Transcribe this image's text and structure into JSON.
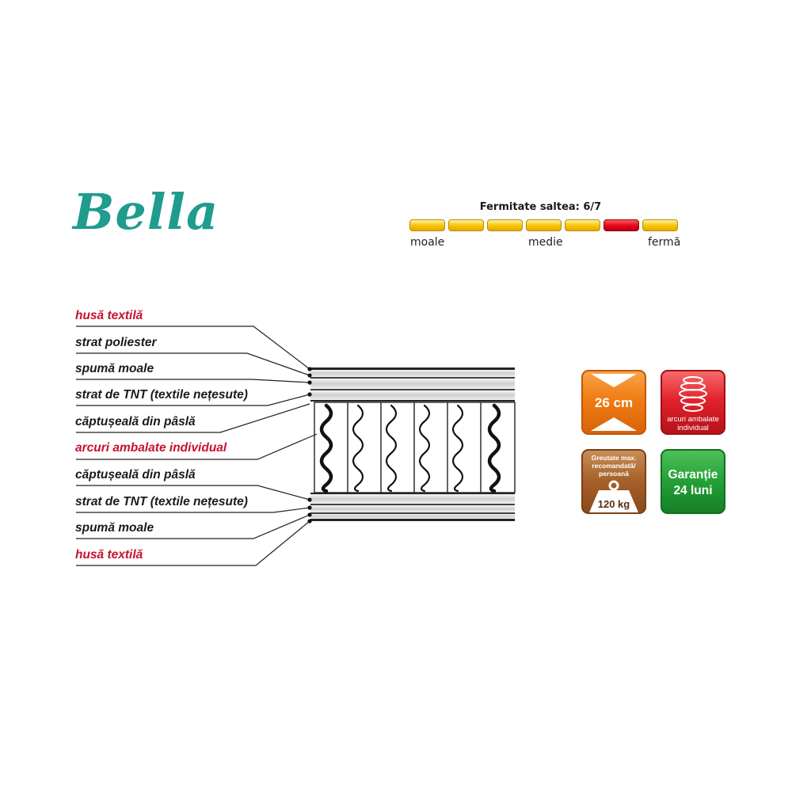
{
  "brand": "Bella",
  "firmness": {
    "title": "Fermitate saltea: 6/7",
    "level": 6,
    "segments": 7,
    "labels": {
      "soft": "moale",
      "medium": "medie",
      "firm": "fermă"
    },
    "colors": {
      "normal": "#f6c300",
      "active": "#e3001b"
    }
  },
  "layers": [
    {
      "text": "husă textilă",
      "color": "red"
    },
    {
      "text": "strat poliester",
      "color": "dark"
    },
    {
      "text": "spumă moale",
      "color": "dark"
    },
    {
      "text": "strat de TNT (textile nețesute)",
      "color": "dark"
    },
    {
      "text": "căptușeală din pâslă",
      "color": "dark"
    },
    {
      "text": "arcuri ambalate individual",
      "color": "red"
    },
    {
      "text": "căptușeală din pâslă",
      "color": "dark"
    },
    {
      "text": "strat de TNT (textile nețesute)",
      "color": "dark"
    },
    {
      "text": "spumă moale",
      "color": "dark"
    },
    {
      "text": "husă textilă",
      "color": "red"
    }
  ],
  "badges": {
    "height": "26 cm",
    "springs": {
      "line1": "arcuri ambalate",
      "line2": "individual"
    },
    "weight": {
      "line1": "Greutate max.",
      "line2": "recomandată/",
      "line3": "persoană",
      "value": "120 kg"
    },
    "warranty": {
      "line1": "Garanție",
      "line2": "24 luni"
    }
  },
  "colors": {
    "brand": "#1f9c8e",
    "accent_red": "#c8102e",
    "badge_orange": "#ef7d12",
    "badge_red": "#e3222c",
    "badge_brown": "#a55f29",
    "badge_green": "#23a036"
  },
  "icons": [
    "height-arrows-icon",
    "spring-coil-icon",
    "weight-icon"
  ]
}
